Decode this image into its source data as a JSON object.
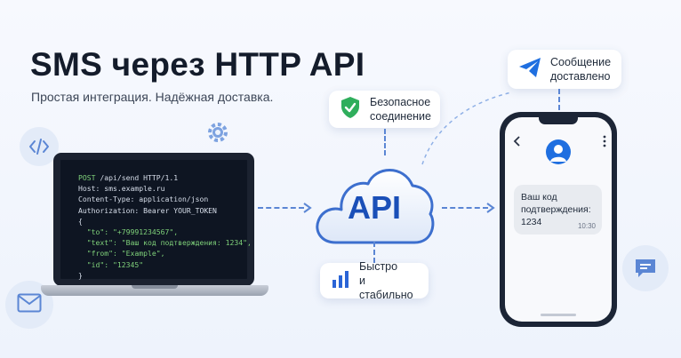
{
  "header": {
    "title": "SMS через HTTP API",
    "subtitle": "Простая интеграция. Надёжная доставка."
  },
  "cards": {
    "secure": {
      "label": "Безопасное\nсоединение",
      "icon": "shield-check-icon"
    },
    "delivered": {
      "label": "Сообщение\nдоставлено",
      "icon": "paper-plane-icon"
    },
    "fast": {
      "label": "Быстро\nи стабильно",
      "icon": "bar-chart-icon"
    }
  },
  "cloud": {
    "label": "API"
  },
  "code": {
    "method": "POST",
    "request_line": " /api/send HTTP/1.1",
    "lines": [
      "Host: sms.example.ru",
      "Content-Type: application/json",
      "Authorization: Bearer YOUR_TOKEN",
      "{"
    ],
    "json_lines": [
      "  \"to\": \"+79991234567\",",
      "  \"text\": \"Ваш код подтверждения: 1234\",",
      "  \"from\": \"Example\",",
      "  \"id\": \"12345\""
    ],
    "closing": "}"
  },
  "phone": {
    "message": "Ваш код подтверждения: 1234",
    "time": "10:30"
  },
  "colors": {
    "accent": "#1f5fd0",
    "cloud_text": "#1a4fb8",
    "code_json": "#7fd17a",
    "shield": "#2fae5c"
  }
}
